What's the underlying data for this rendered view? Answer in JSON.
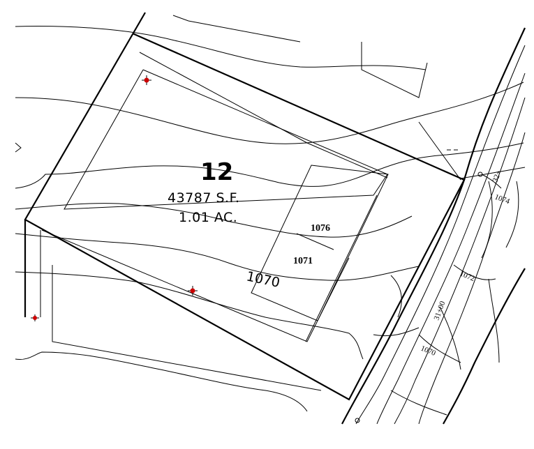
{
  "lot": {
    "number": "12",
    "area_sf": "43787 S.F.",
    "area_ac": "1.01 AC."
  },
  "spot_elevations": [
    {
      "label": "1076"
    },
    {
      "label": "1071"
    }
  ],
  "contour_labels": [
    {
      "label": "1070"
    }
  ],
  "road_labels": [
    {
      "label": "1074"
    },
    {
      "label": "1072"
    },
    {
      "label": "1070"
    },
    {
      "label": "31+00"
    },
    {
      "label": "32+"
    }
  ],
  "colors": {
    "line": "#000000",
    "marker": "#cc0000",
    "background": "#ffffff"
  },
  "icons": {
    "marker": "crosshair-point-icon"
  }
}
